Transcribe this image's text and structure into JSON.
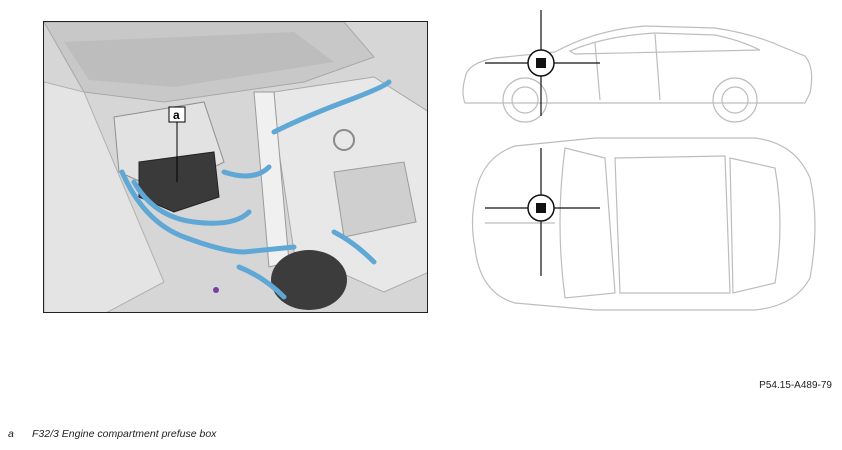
{
  "figure": {
    "callout": {
      "letter": "a"
    },
    "reference_code": "P54.15-A489-79",
    "legend": [
      {
        "letter": "a",
        "text": "F32/3 Engine compartment prefuse box"
      }
    ]
  },
  "colors": {
    "highlight_cable": "#5fa8d6",
    "photo_background": "#dcdcdc",
    "line_drawing": "#bdbdbd",
    "marker": "#111111"
  }
}
